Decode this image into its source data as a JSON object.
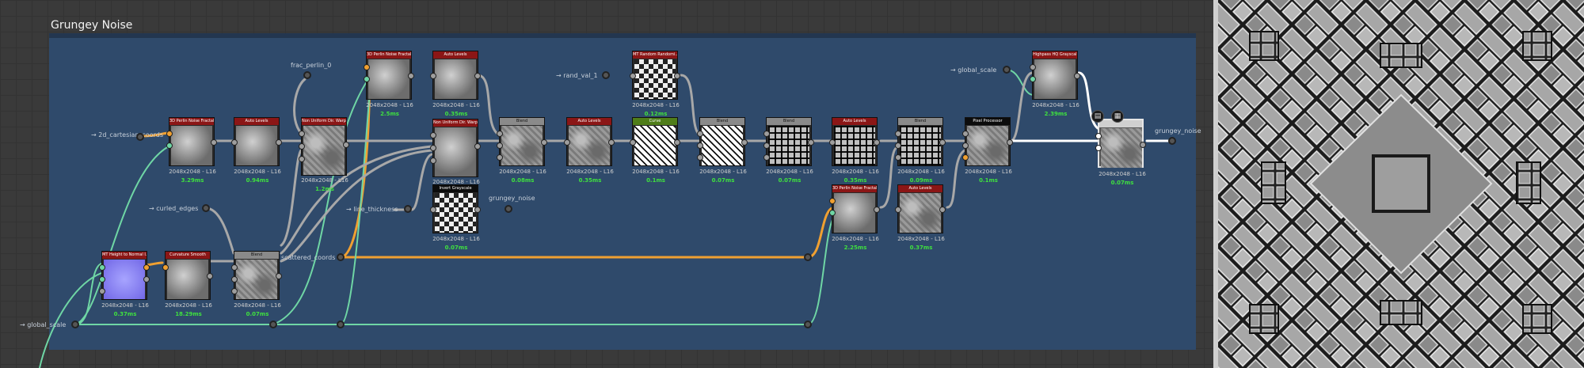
{
  "frame": {
    "title": "Grungey Noise"
  },
  "inputs": [
    {
      "id": "cart",
      "label": "→ 2d_cartesian_coords"
    },
    {
      "id": "curled",
      "label": "→ curled_edges"
    },
    {
      "id": "global",
      "label": "→ global_scale"
    },
    {
      "id": "scatter",
      "label": "scattered_coords"
    },
    {
      "id": "frac",
      "label": "frac_perlin_0"
    },
    {
      "id": "rand",
      "label": "→ rand_val_1"
    },
    {
      "id": "thick",
      "label": "→ line_thickness"
    },
    {
      "id": "grungeyout",
      "label": "grungey_noise"
    },
    {
      "id": "global2",
      "label": "→ global_scale"
    },
    {
      "id": "outlabel",
      "label": "grungey_noise"
    }
  ],
  "nodes": [
    {
      "id": "n1",
      "title": "3D Perlin Noise Fractal",
      "res": "2048x2048 - L16",
      "time": "3.29ms"
    },
    {
      "id": "n2",
      "title": "Auto Levels",
      "res": "2048x2048 - L16",
      "time": "0.94ms"
    },
    {
      "id": "n3",
      "title": "Non Uniform Dir. Warp...",
      "res": "2048x2048 - L16",
      "time": "1.2ms"
    },
    {
      "id": "n4",
      "title": "3D Perlin Noise Fractal",
      "res": "2048x2048 - L16",
      "time": "2.5ms"
    },
    {
      "id": "n5",
      "title": "Auto Levels",
      "res": "2048x2048 - L16",
      "time": "0.35ms"
    },
    {
      "id": "n6",
      "title": "Non Uniform Dir. Warp...",
      "res": "2048x2048 - L16",
      "time": ""
    },
    {
      "id": "n7",
      "title": "Invert Grayscale",
      "res": "2048x2048 - L16",
      "time": "0.07ms"
    },
    {
      "id": "n8",
      "title": "Blend",
      "res": "2048x2048 - L16",
      "time": "0.08ms"
    },
    {
      "id": "n9",
      "title": "Auto Levels",
      "res": "2048x2048 - L16",
      "time": "0.35ms"
    },
    {
      "id": "n10",
      "title": "MT Random Randomi...",
      "res": "2048x2048 - L16",
      "time": "0.12ms"
    },
    {
      "id": "n11",
      "title": "Curve",
      "res": "2048x2048 - L16",
      "time": "0.1ms"
    },
    {
      "id": "n12",
      "title": "Blend",
      "res": "2048x2048 - L16",
      "time": "0.07ms"
    },
    {
      "id": "n13",
      "title": "Blend",
      "res": "2048x2048 - L16",
      "time": "0.07ms"
    },
    {
      "id": "n14",
      "title": "Auto Levels",
      "res": "2048x2048 - L16",
      "time": "0.35ms"
    },
    {
      "id": "n15",
      "title": "Blend",
      "res": "2048x2048 - L16",
      "time": "0.09ms"
    },
    {
      "id": "n16",
      "title": "3D Perlin Noise Fractal",
      "res": "2048x2048 - L16",
      "time": "2.25ms"
    },
    {
      "id": "n17",
      "title": "Auto Levels",
      "res": "2048x2048 - L16",
      "time": "0.37ms"
    },
    {
      "id": "n18",
      "title": "Pixel Processor",
      "res": "2048x2048 - L16",
      "time": "0.1ms"
    },
    {
      "id": "n19",
      "title": "Highpass HQ Grayscal...",
      "res": "2048x2048 - L16",
      "time": "2.39ms"
    },
    {
      "id": "n20",
      "title": "",
      "res": "2048x2048 - L16",
      "time": "0.07ms"
    },
    {
      "id": "n21",
      "title": "MT Height to Normal I...",
      "res": "2048x2048 - L16",
      "time": "0.37ms"
    },
    {
      "id": "n22",
      "title": "Curvature Smooth",
      "res": "2048x2048 - L16",
      "time": "18.29ms"
    },
    {
      "id": "n23",
      "title": "Blend",
      "res": "2048x2048 - L16",
      "time": "0.07ms"
    }
  ],
  "colors": {
    "frame": "#2f4a6b",
    "time": "#3fe13f",
    "wire_gray": "#a8a8a8",
    "wire_orange": "#f0a031",
    "wire_green": "#6fd6a5"
  },
  "icons": [
    "document-icon",
    "checker-icon"
  ]
}
